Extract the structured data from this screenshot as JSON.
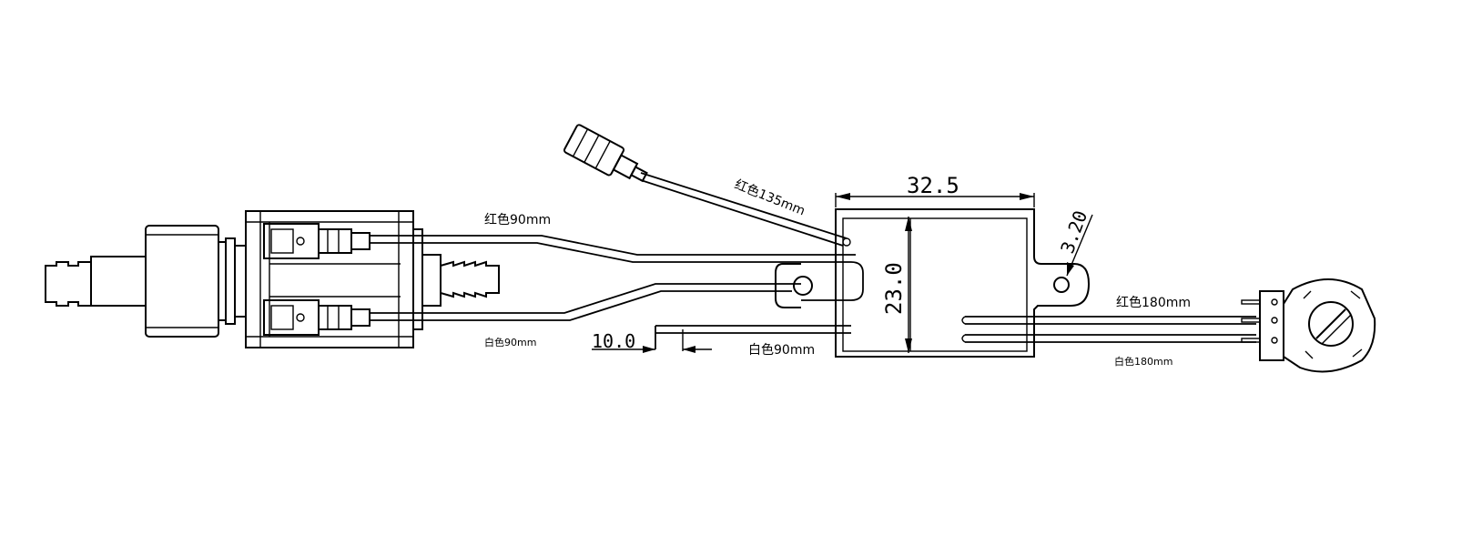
{
  "labels": {
    "red_135": "红色135mm",
    "red_90": "红色90mm",
    "white_90_left": "白色90mm",
    "white_90_right": "白色90mm",
    "red_180": "红色180mm",
    "white_180": "白色180mm"
  },
  "dimensions": {
    "width": "32.5",
    "height": "23.0",
    "radius": "3.20",
    "strip": "10.0"
  },
  "colors": {
    "line": "#000000",
    "background": "#ffffff"
  }
}
